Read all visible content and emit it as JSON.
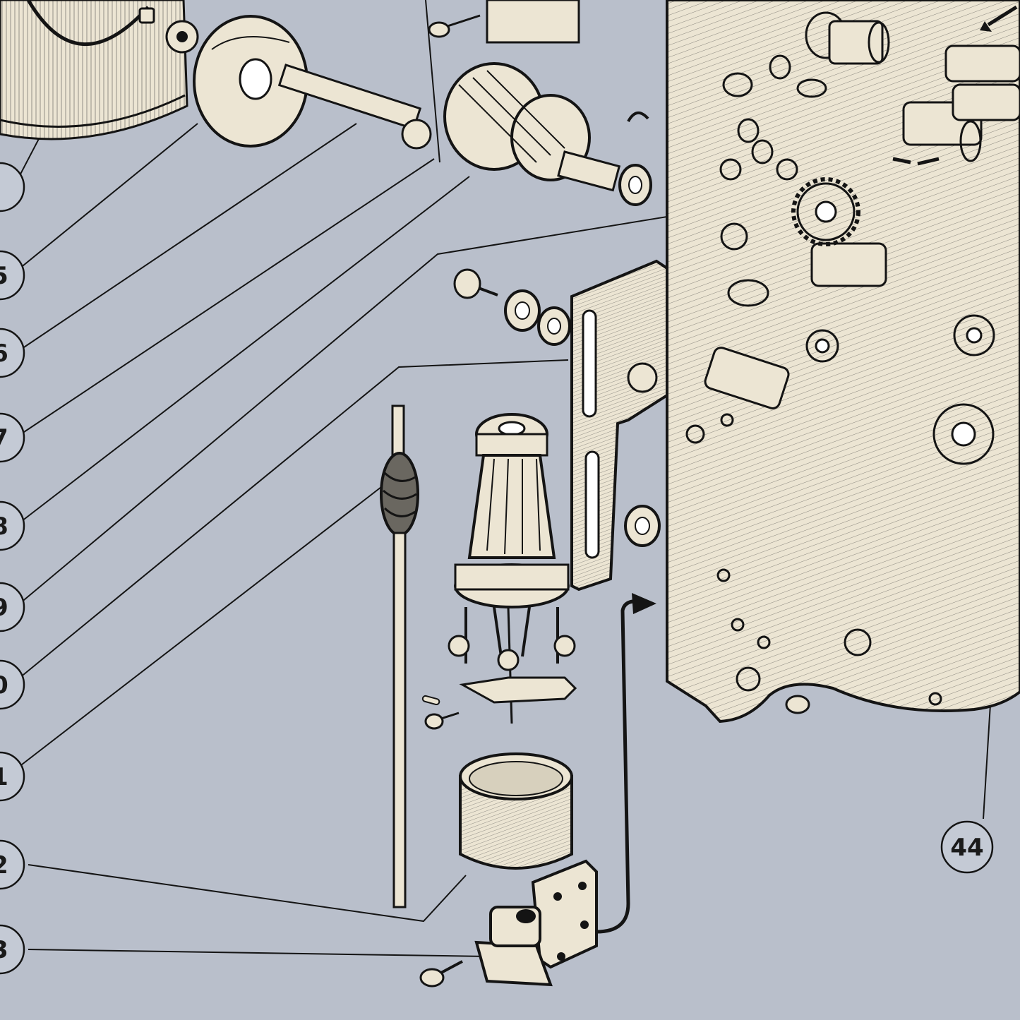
{
  "diagram": {
    "colors": {
      "paper": "#b9bfcb",
      "part": "#ece5d3",
      "ink": "#141414",
      "hatch": "#7c7a74"
    },
    "callouts": [
      {
        "id": "callout-44",
        "label": "44"
      },
      {
        "id": "callout-left-1",
        "label": ""
      },
      {
        "id": "callout-left-2",
        "label": "5"
      },
      {
        "id": "callout-left-3",
        "label": "6"
      },
      {
        "id": "callout-left-4",
        "label": "7"
      },
      {
        "id": "callout-left-5",
        "label": "8"
      },
      {
        "id": "callout-left-6",
        "label": "9"
      },
      {
        "id": "callout-left-7",
        "label": "0"
      },
      {
        "id": "callout-left-8",
        "label": "1"
      },
      {
        "id": "callout-left-9",
        "label": "2"
      },
      {
        "id": "callout-left-10",
        "label": "3"
      }
    ]
  }
}
